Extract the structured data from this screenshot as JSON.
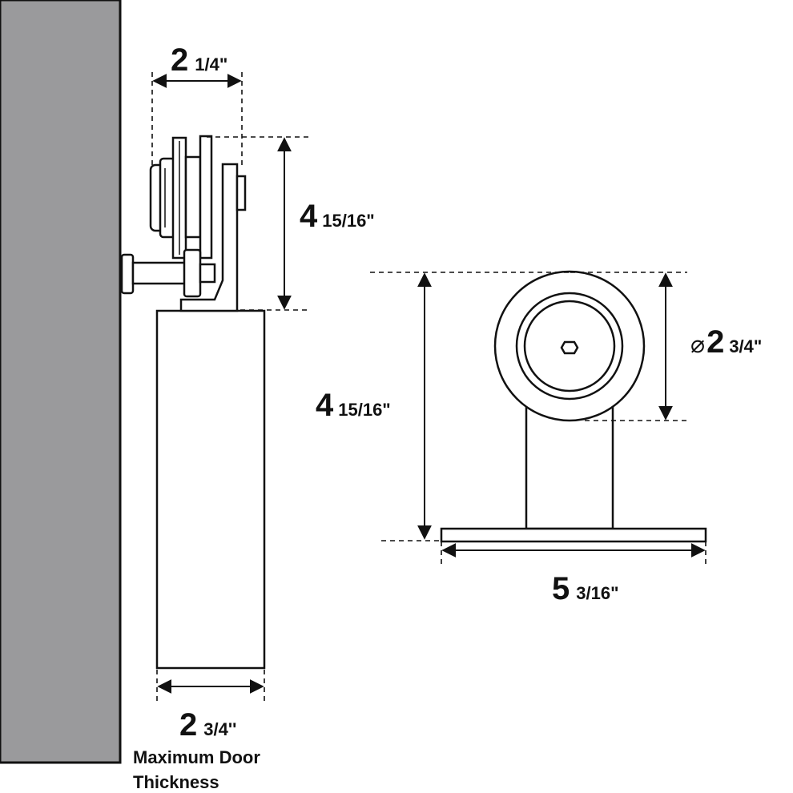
{
  "colors": {
    "wall": "#9a9a9c",
    "line": "#111111",
    "background": "#ffffff"
  },
  "side_view": {
    "wheel_width": {
      "whole": "2",
      "fraction": "1/4\""
    },
    "hanger_height": {
      "whole": "4",
      "fraction": "15/16\""
    },
    "door_thickness": {
      "whole": "2",
      "fraction": "3/4''"
    },
    "caption_line1": "Maximum Door",
    "caption_line2": "Thickness"
  },
  "front_view": {
    "wheel_diameter": {
      "symbol": "⌀",
      "whole": "2",
      "fraction": "3/4\""
    },
    "total_height": {
      "whole": "4",
      "fraction": "15/16\""
    },
    "base_width": {
      "whole": "5",
      "fraction": "3/16\""
    }
  }
}
